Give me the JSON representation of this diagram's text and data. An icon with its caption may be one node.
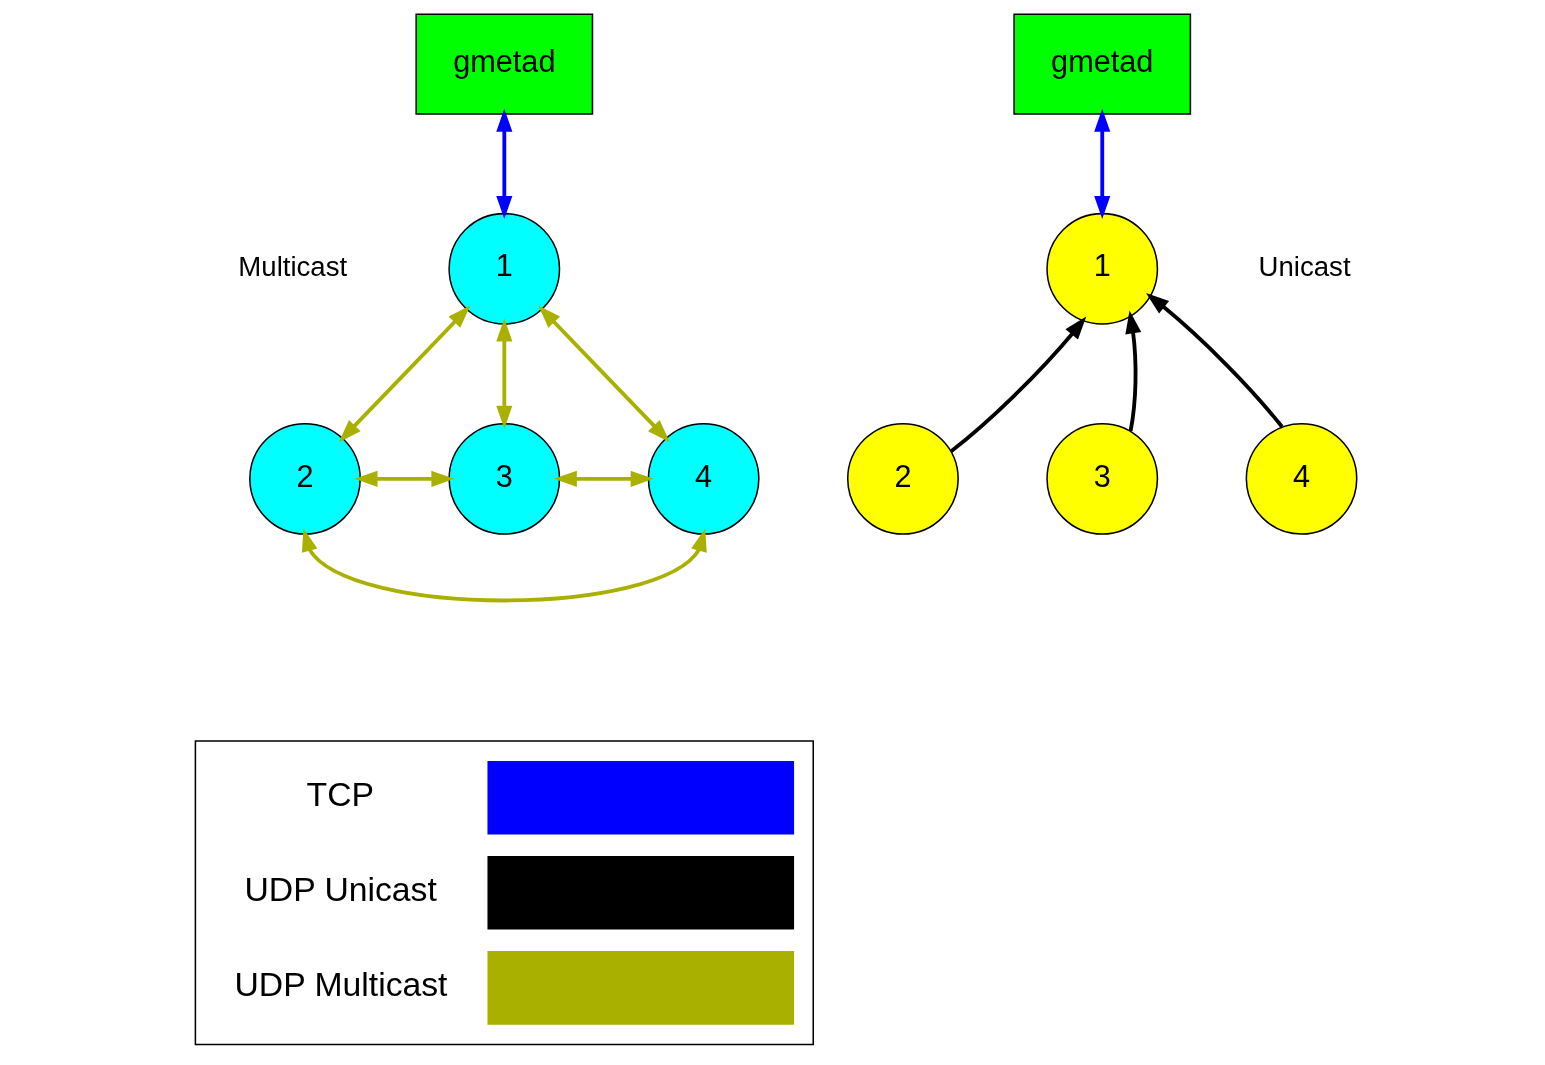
{
  "diagram": {
    "nodes": [
      {
        "text": [
          "gmetad"
        ]
      },
      {
        "text": [
          "1"
        ]
      },
      {
        "text": [
          "2"
        ]
      },
      {
        "text": [
          "3"
        ]
      },
      {
        "text": [
          "4"
        ]
      },
      {
        "text": [
          "gmetad"
        ]
      },
      {
        "text": [
          "1"
        ]
      },
      {
        "text": [
          "2"
        ]
      },
      {
        "text": [
          "3"
        ]
      },
      {
        "text": [
          "4"
        ]
      }
    ],
    "edges": [
      {
        "from": 0,
        "to": 1,
        "arrow": "both",
        "color": "#0000ff"
      },
      {
        "from": 1,
        "to": 2,
        "arrow": "both"
      },
      {
        "from": 1,
        "to": 3,
        "arrow": "both"
      },
      {
        "from": 1,
        "to": 4,
        "arrow": "both"
      },
      {
        "from": 2,
        "to": 3,
        "arrow": "both"
      },
      {
        "from": 3,
        "to": 4,
        "arrow": "both"
      },
      {
        "from": 2,
        "to": 4,
        "arrow": "both"
      },
      {
        "from": 5,
        "to": 6,
        "arrow": "both",
        "color": "#0000ff"
      },
      {
        "from": 7,
        "to": 6,
        "arrow": "to",
        "color": "#000000"
      },
      {
        "from": 8,
        "to": 6,
        "arrow": "to",
        "color": "#000000"
      },
      {
        "from": 9,
        "to": 6,
        "arrow": "to",
        "color": "#000000"
      }
    ],
    "labels": [
      "Multicast",
      "Unicast"
    ],
    "legend": [
      {
        "text": "TCP"
      },
      {
        "text": "UDP Unicast"
      },
      {
        "text": "UDP Multicast"
      }
    ]
  }
}
